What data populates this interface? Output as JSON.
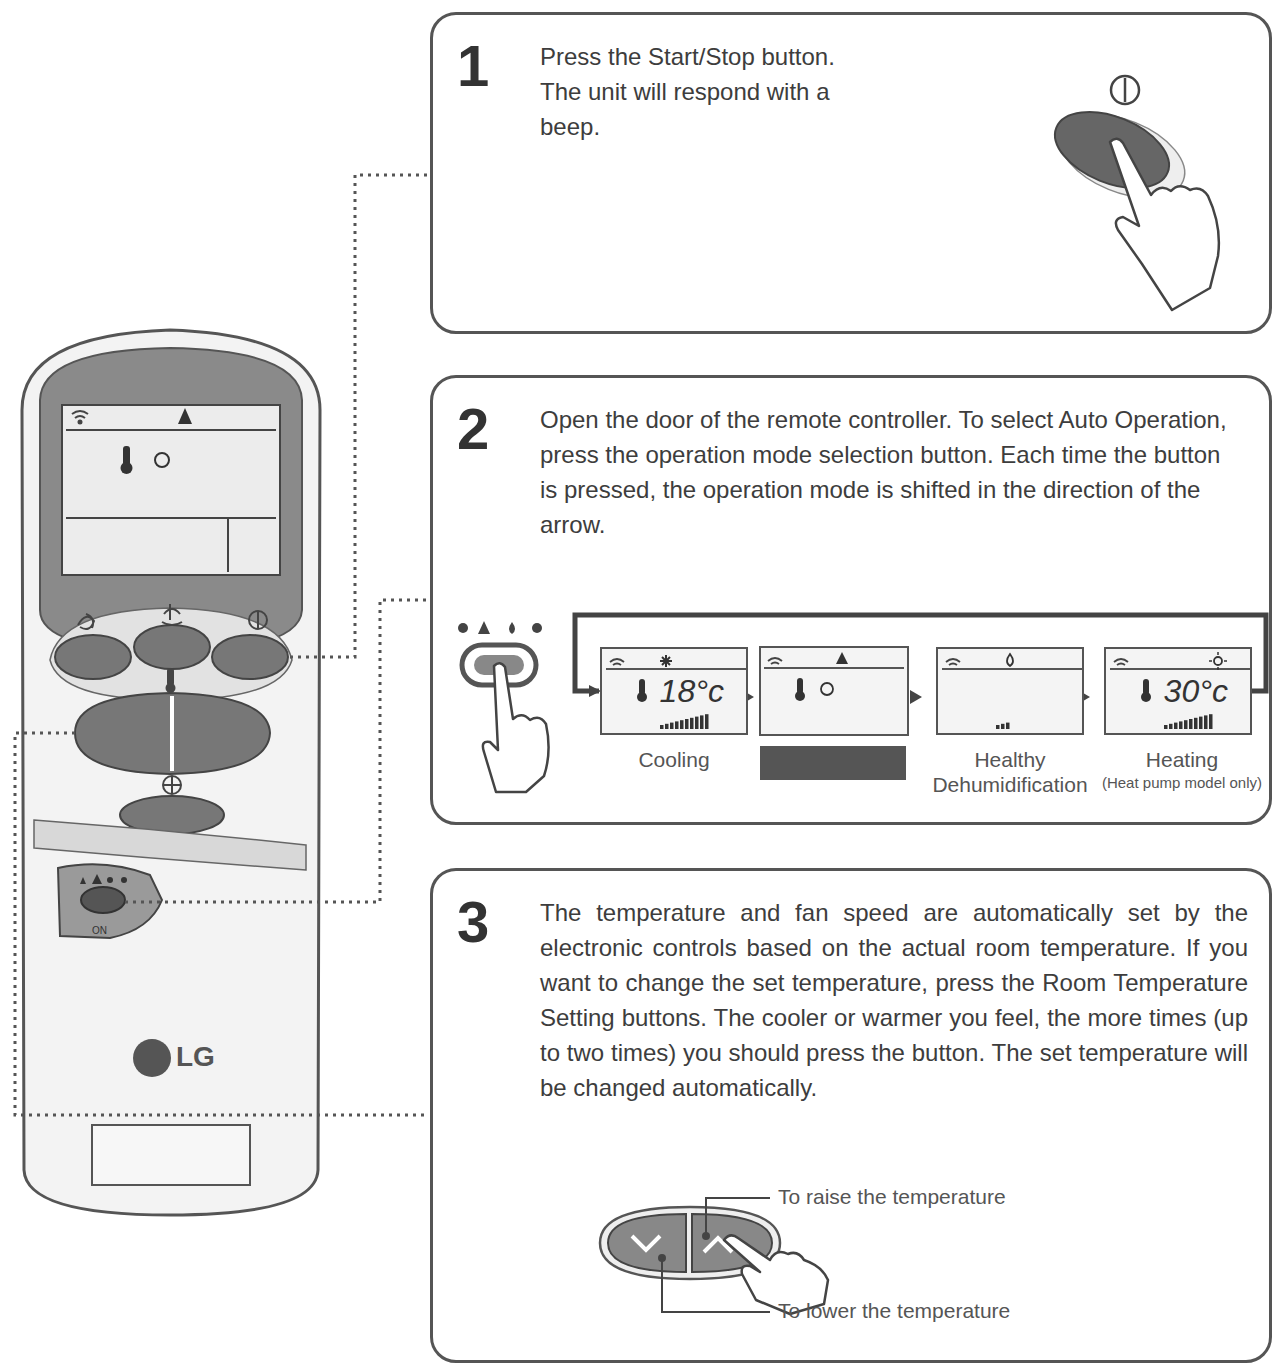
{
  "diagram": {
    "nodes": [
      {
        "text": [
          "1",
          "Press the Start/Stop button. The unit will respond with a beep."
        ]
      },
      {
        "text": [
          "2",
          "Open the door of the remote controller. To select Auto Operation, press the operation mode selection button. Each time the button is pressed, the operation mode is shifted in the direction of the arrow."
        ]
      },
      {
        "text": [
          "18°c",
          "Cooling"
        ],
        "in": 1
      },
      {
        "text": [
          "Healthy Dehumidification"
        ],
        "in": 1
      },
      {
        "text": [
          "30°c",
          "Heating",
          "(Heat pump model only)"
        ],
        "in": 1
      },
      {
        "text": [
          "3",
          "The temperature and fan speed are automatically set by the electronic controls based on the actual room temperature. If you want to change the set temperature, press the Room Temperature Setting buttons. The cooler or warmer you feel, the more times (up to two times) you should press the button. The set temperature will be changed automatically."
        ]
      }
    ],
    "edges": [
      {
        "from": 4,
        "to": 2,
        "arrow": "to"
      }
    ],
    "labels": [
      "LG",
      "ON",
      "To raise the temperature",
      "To lower the temperature"
    ]
  }
}
